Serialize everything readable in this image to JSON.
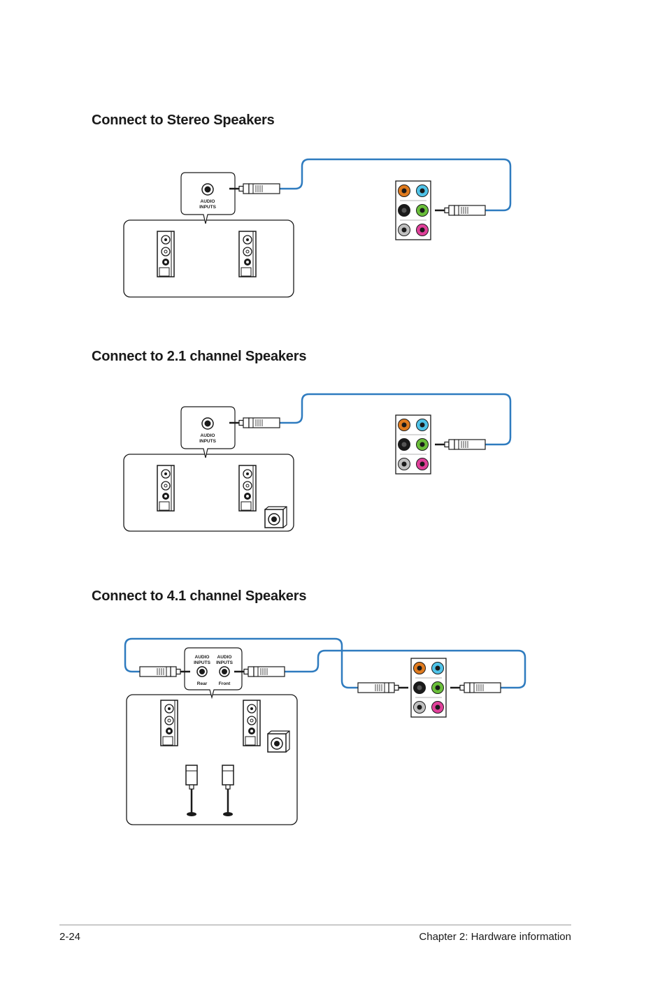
{
  "sections": [
    {
      "heading": "Connect to Stereo Speakers",
      "jack_label_line1": "AUDIO",
      "jack_label_line2": "INPUTS"
    },
    {
      "heading": "Connect to 2.1 channel Speakers",
      "jack_label_line1": "AUDIO",
      "jack_label_line2": "INPUTS"
    },
    {
      "heading": "Connect to 4.1 channel Speakers",
      "rear_label_line1": "AUDIO",
      "rear_label_line2": "INPUTS",
      "rear_caption": "Rear",
      "front_label_line1": "AUDIO",
      "front_label_line2": "INPUTS",
      "front_caption": "Front"
    }
  ],
  "colors": {
    "cable": "#2e7bbf",
    "port_orange": "#e07b1f",
    "port_blue": "#4fc3e8",
    "port_black": "#1a1a1a",
    "port_green": "#6abf3a",
    "port_gray": "#bfbfbf",
    "port_pink": "#e0409a"
  },
  "footer": {
    "page_number": "2-24",
    "chapter": "Chapter 2: Hardware information"
  }
}
